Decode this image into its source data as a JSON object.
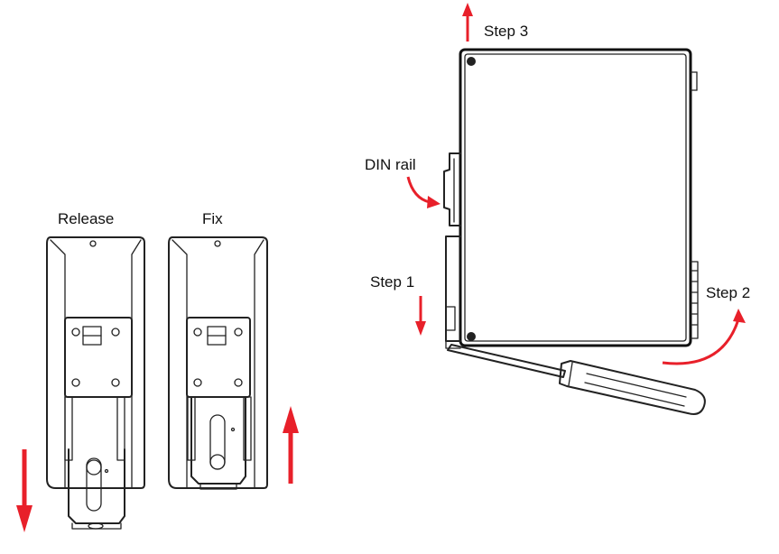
{
  "labels": {
    "release": "Release",
    "fix": "Fix",
    "step3": "Step 3",
    "din_rail": "DIN rail",
    "step1": "Step 1",
    "step2": "Step 2"
  },
  "colors": {
    "arrow": "#e8202a",
    "line": "#222222",
    "background": "#ffffff"
  },
  "icons": {
    "arrow": "arrow-icon",
    "screwdriver": "screwdriver-icon"
  }
}
